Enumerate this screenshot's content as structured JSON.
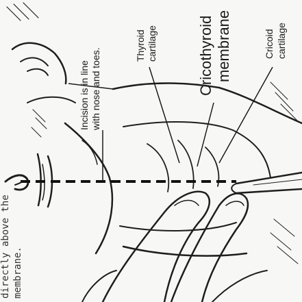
{
  "side_text": {
    "line1": "directly above the",
    "line2": "membrane."
  },
  "labels": {
    "incision_line1": "Incision is in line",
    "incision_line2": "with nose and toes.",
    "thyroid_line1": "Thyroid",
    "thyroid_line2": "cartilage",
    "cricothyroid_line1": "Cricothyroid",
    "cricothyroid_line2": "membrane",
    "cricoid_line1": "Cricoid",
    "cricoid_line2": "cartilage"
  }
}
